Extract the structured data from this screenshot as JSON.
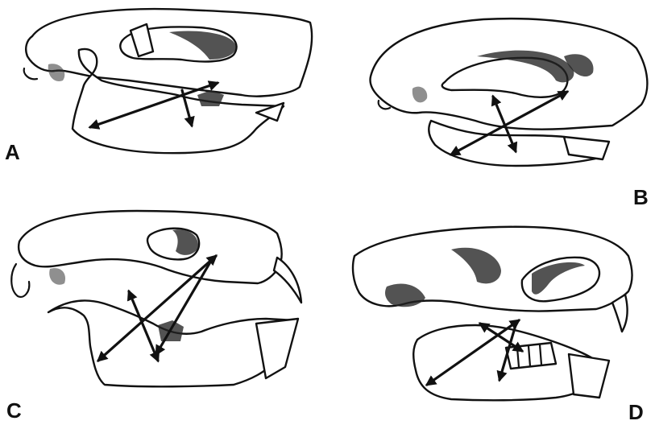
{
  "figure": {
    "panels": [
      {
        "letter": "A"
      },
      {
        "letter": "B"
      },
      {
        "letter": "C"
      },
      {
        "letter": "D"
      }
    ]
  }
}
